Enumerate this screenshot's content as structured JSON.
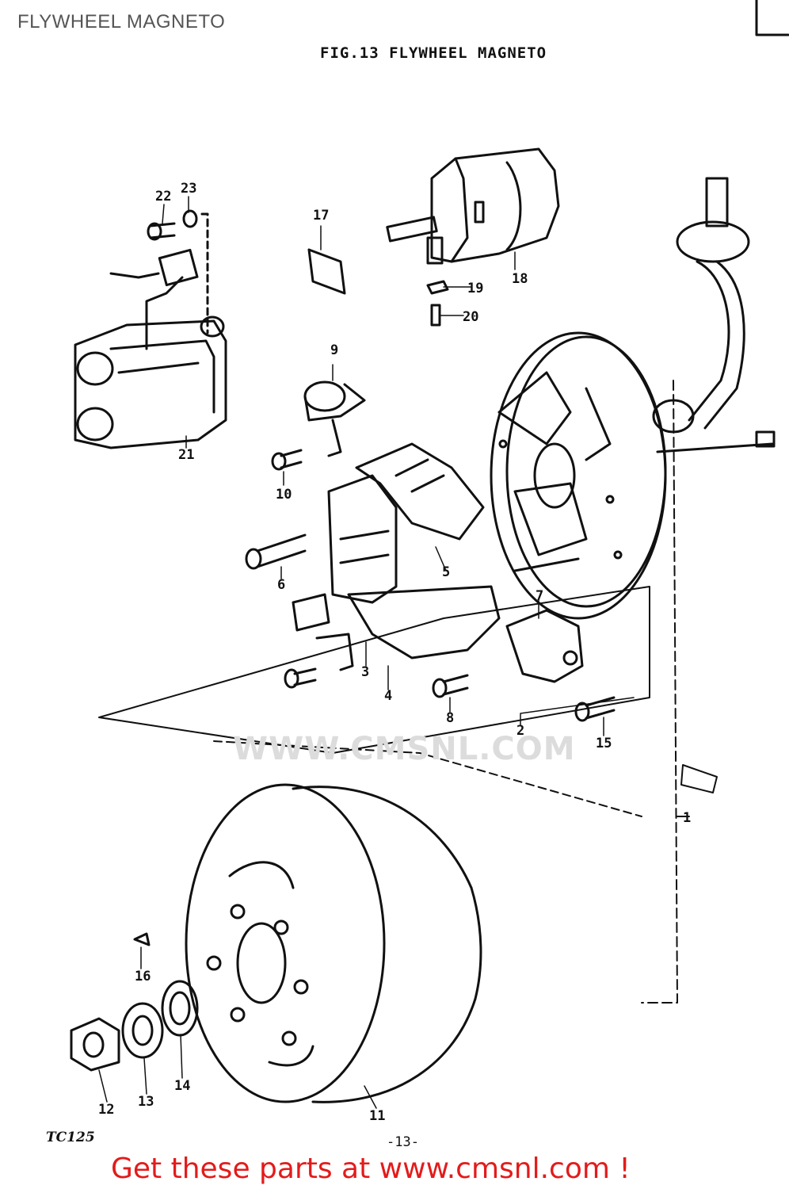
{
  "page": {
    "title": "FLYWHEEL MAGNETO",
    "figure_title": "FIG.13  FLYWHEEL MAGNETO",
    "model_code": "TC125",
    "page_number": "-13-",
    "watermark": "WWW.CMSNL.COM",
    "cta": "Get these parts at www.cmsnl.com !"
  },
  "parts": [
    {
      "id": "p1",
      "label": "1"
    },
    {
      "id": "p2",
      "label": "2"
    },
    {
      "id": "p3",
      "label": "3"
    },
    {
      "id": "p4",
      "label": "4"
    },
    {
      "id": "p5",
      "label": "5"
    },
    {
      "id": "p6",
      "label": "6"
    },
    {
      "id": "p7",
      "label": "7"
    },
    {
      "id": "p8",
      "label": "8"
    },
    {
      "id": "p9",
      "label": "9"
    },
    {
      "id": "p10",
      "label": "10"
    },
    {
      "id": "p11",
      "label": "11"
    },
    {
      "id": "p12",
      "label": "12"
    },
    {
      "id": "p13",
      "label": "13"
    },
    {
      "id": "p14",
      "label": "14"
    },
    {
      "id": "p15",
      "label": "15"
    },
    {
      "id": "p16",
      "label": "16"
    },
    {
      "id": "p17",
      "label": "17"
    },
    {
      "id": "p18",
      "label": "18"
    },
    {
      "id": "p19",
      "label": "19"
    },
    {
      "id": "p20",
      "label": "20"
    },
    {
      "id": "p21",
      "label": "21"
    },
    {
      "id": "p22",
      "label": "22"
    },
    {
      "id": "p23",
      "label": "23"
    }
  ],
  "colors": {
    "ink": "#111111",
    "cta": "#e31b1b",
    "watermark": "#dcdcdc"
  }
}
